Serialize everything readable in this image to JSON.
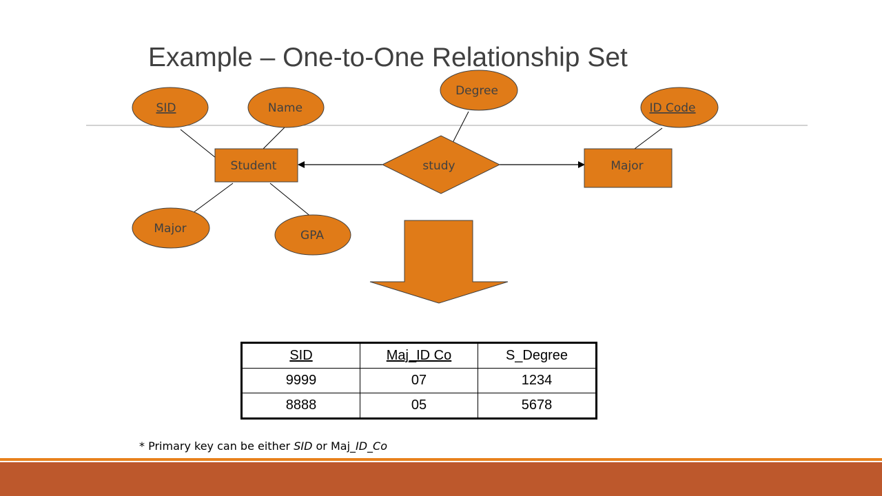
{
  "title": "Example – One-to-One Relationship Set",
  "diagram": {
    "entities": {
      "student": "Student",
      "major": "Major"
    },
    "relationship": "study",
    "attributes": {
      "sid": "SID",
      "name": "Name",
      "degree": "Degree",
      "id_code": "ID Code",
      "major": "Major",
      "gpa": "GPA"
    }
  },
  "table": {
    "headers": [
      "SID",
      "Maj_ID Co",
      "S_Degree"
    ],
    "rows": [
      [
        "9999",
        "07",
        "1234"
      ],
      [
        "8888",
        "05",
        "5678"
      ]
    ]
  },
  "footnote": {
    "prefix": "* Primary key can be either ",
    "key1": "SID",
    "middle": " or Maj_",
    "key2": "ID_Co"
  },
  "colors": {
    "fill": "#e07b18",
    "bar": "#bd582c",
    "accent": "#e8811c"
  }
}
